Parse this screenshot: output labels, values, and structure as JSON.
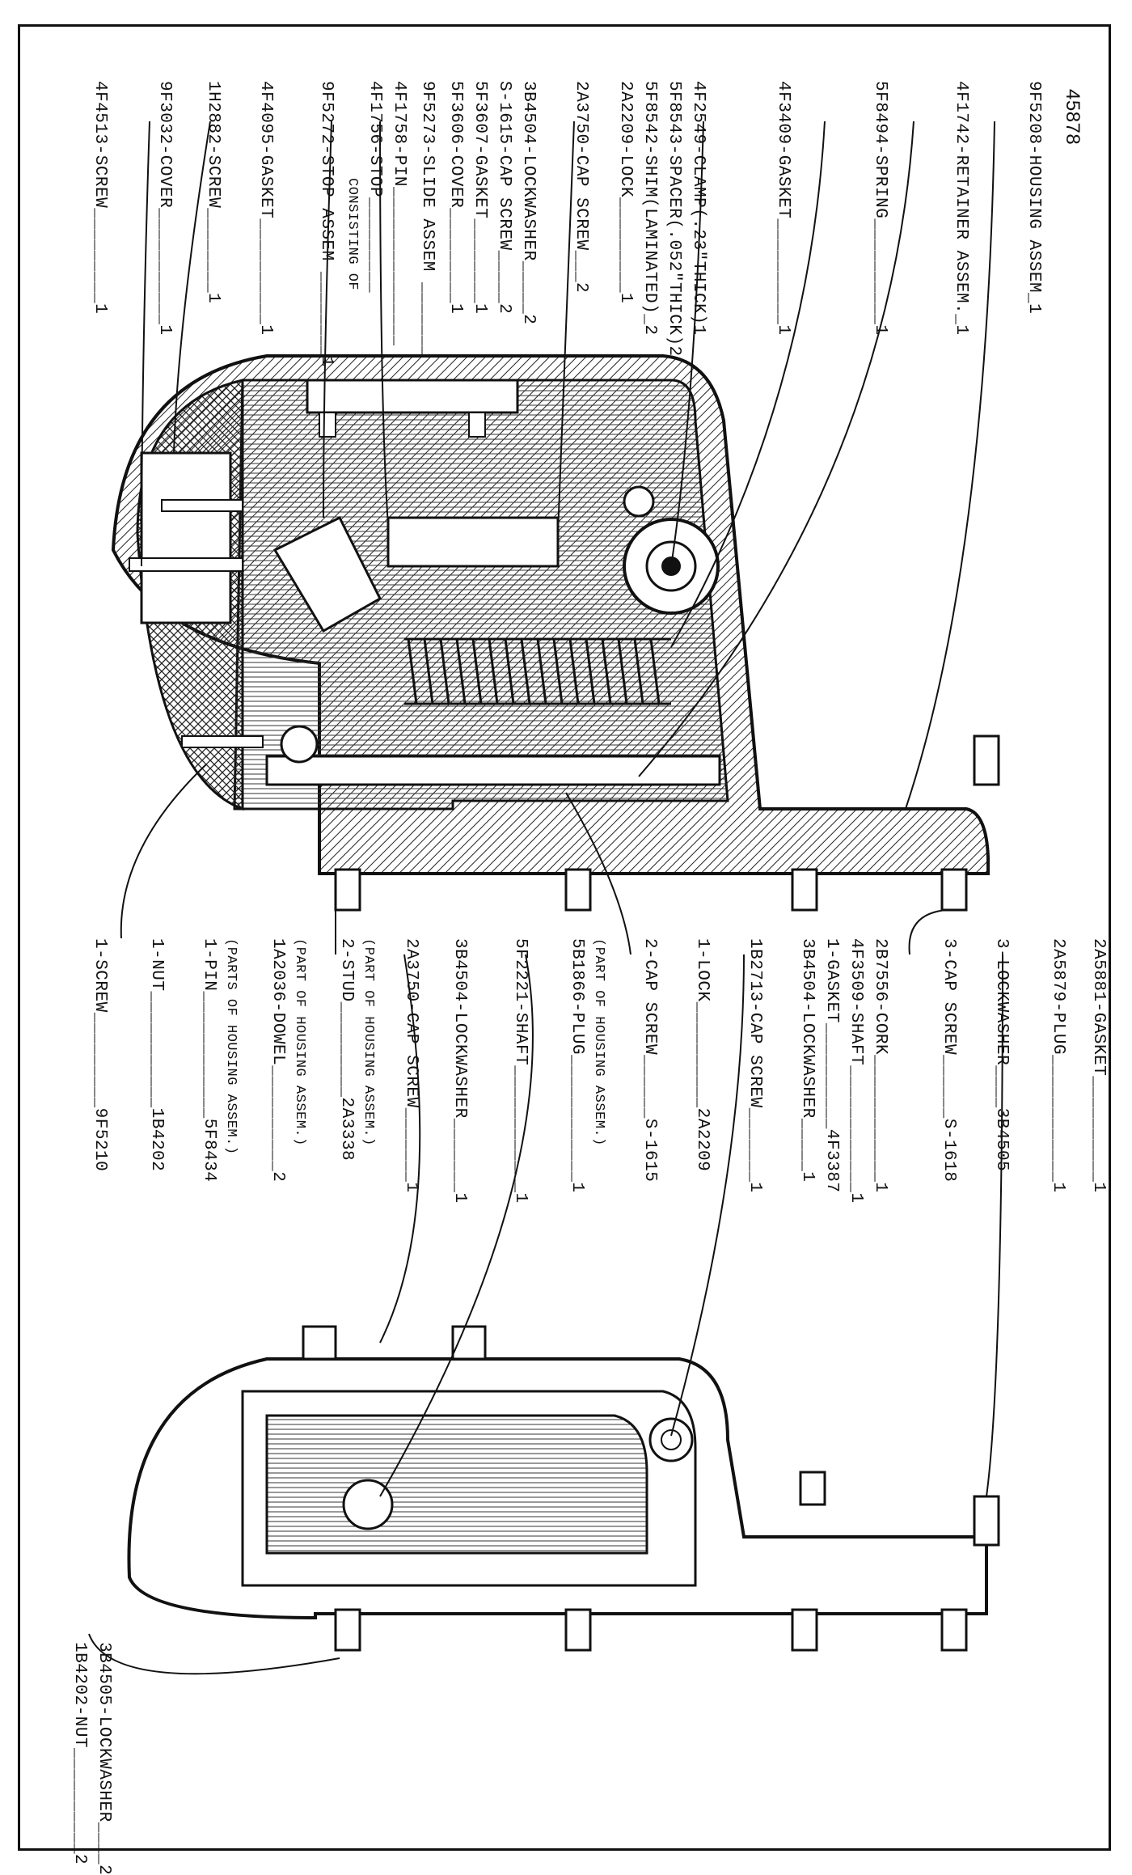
{
  "document_number": "45878",
  "top_callouts": [
    "4F4513-SCREW_________1",
    "9F3032-COVER___________1",
    "1H2882-SCREW________1",
    "4F4095-GASKET__________1",
    "9F5272-STOP ASSEM ________1",
    "CONSISTING OF",
    "4F1756-STOP_________",
    "4F1758-PIN_______________",
    "9F5273-SLIDE ASSEM _______",
    "5F3606-COVER_________1",
    "5F3607-GASKET________1",
    "S-1615-CAP SCREW_____2",
    "3B4504-LOCKWASHER_____2",
    "2A3750-CAP SCREW___2",
    "2A2209-LOCK_________1",
    "5F8542-SHIM(LAMINATED)_2",
    "5F8543-SPACER(.052\"THICK)2",
    "4F2549-CLAMP(.23\"THICK)1",
    "4F3409-GASKET__________1",
    "5F8494-SPRING__________1",
    "4F1742-RETAINER ASSEM._1",
    "9F5208-HOUSING ASSEM_1"
  ],
  "middle_callouts": [
    "1-SCREW_________9F5210",
    "1-NUT___________1B4202",
    "1-PIN____________5F8434",
    "(PARTS OF HOUSING ASSEM.)",
    "1A2036-DOWEL__________2",
    "(PART OF HOUSING ASSEM.)",
    "2-STUD_________2A3338",
    "(PART OF HOUSING ASSEM.)",
    "2A3750-CAP SCREW_______1",
    "3B4504-LOCKWASHER_______1",
    "5F2221-SHAFT____________1",
    "5B1866-PLUG____________1",
    "(PART OF HOUSING ASSEM.)",
    "2-CAP SCREW______S-1615",
    "1-LOCK__________2A2209",
    "1B2713-CAP SCREW_______1",
    "3B4504-LOCKWASHER_____1",
    "1-GASKET__________4F3387",
    "4F3509-SHAFT____________1",
    "2B7556-CORK____________1",
    "3-CAP SCREW______S-1618",
    "3-LOCKWASHER____3B4505",
    "2A5879-PLUG____________1",
    "2A5881-GASKET__________1"
  ],
  "bottom_callouts": [
    "1B4202-NUT__________2",
    "3B4505-LOCKWASHER____2"
  ]
}
